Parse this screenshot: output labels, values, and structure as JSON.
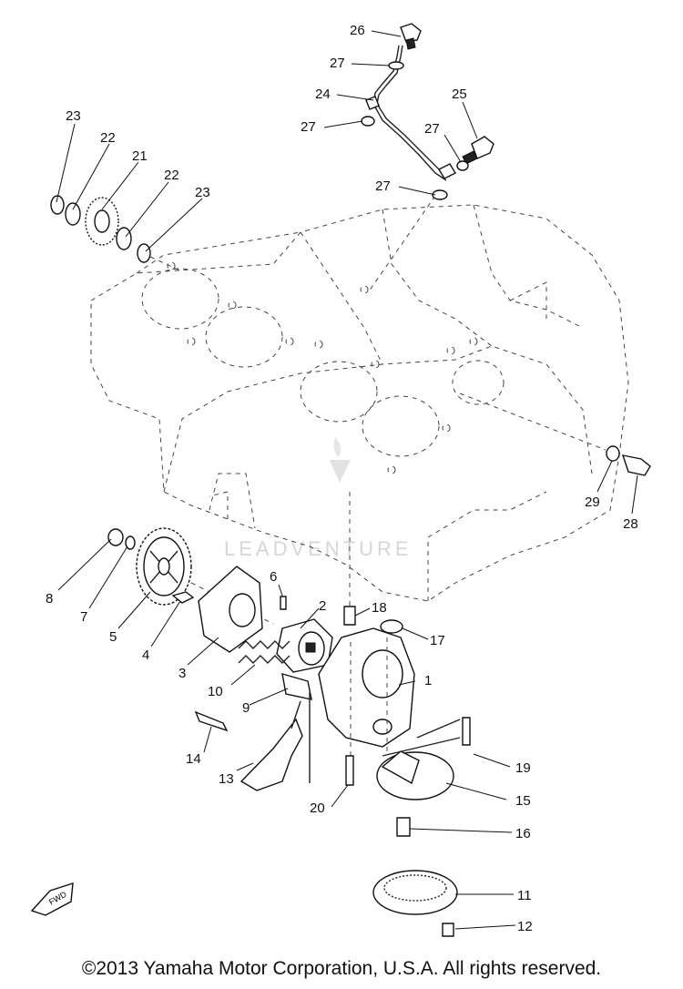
{
  "watermark": "LEADVENTURE",
  "fwd_label": "FWD",
  "copyright": "©2013 Yamaha Motor Corporation, U.S.A. All rights reserved.",
  "callouts": [
    {
      "id": "1",
      "label": "1"
    },
    {
      "id": "2",
      "label": "2"
    },
    {
      "id": "3",
      "label": "3"
    },
    {
      "id": "4",
      "label": "4"
    },
    {
      "id": "5",
      "label": "5"
    },
    {
      "id": "6",
      "label": "6"
    },
    {
      "id": "7",
      "label": "7"
    },
    {
      "id": "8",
      "label": "8"
    },
    {
      "id": "9",
      "label": "9"
    },
    {
      "id": "10",
      "label": "10"
    },
    {
      "id": "11",
      "label": "11"
    },
    {
      "id": "12",
      "label": "12"
    },
    {
      "id": "13",
      "label": "13"
    },
    {
      "id": "14",
      "label": "14"
    },
    {
      "id": "15",
      "label": "15"
    },
    {
      "id": "16",
      "label": "16"
    },
    {
      "id": "17",
      "label": "17"
    },
    {
      "id": "18",
      "label": "18"
    },
    {
      "id": "19",
      "label": "19"
    },
    {
      "id": "20",
      "label": "20"
    },
    {
      "id": "21",
      "label": "21"
    },
    {
      "id": "22a",
      "label": "22"
    },
    {
      "id": "22b",
      "label": "22"
    },
    {
      "id": "23a",
      "label": "23"
    },
    {
      "id": "23b",
      "label": "23"
    },
    {
      "id": "24",
      "label": "24"
    },
    {
      "id": "25",
      "label": "25"
    },
    {
      "id": "26",
      "label": "26"
    },
    {
      "id": "27a",
      "label": "27"
    },
    {
      "id": "27b",
      "label": "27"
    },
    {
      "id": "27c",
      "label": "27"
    },
    {
      "id": "27d",
      "label": "27"
    },
    {
      "id": "28",
      "label": "28"
    },
    {
      "id": "29",
      "label": "29"
    }
  ]
}
